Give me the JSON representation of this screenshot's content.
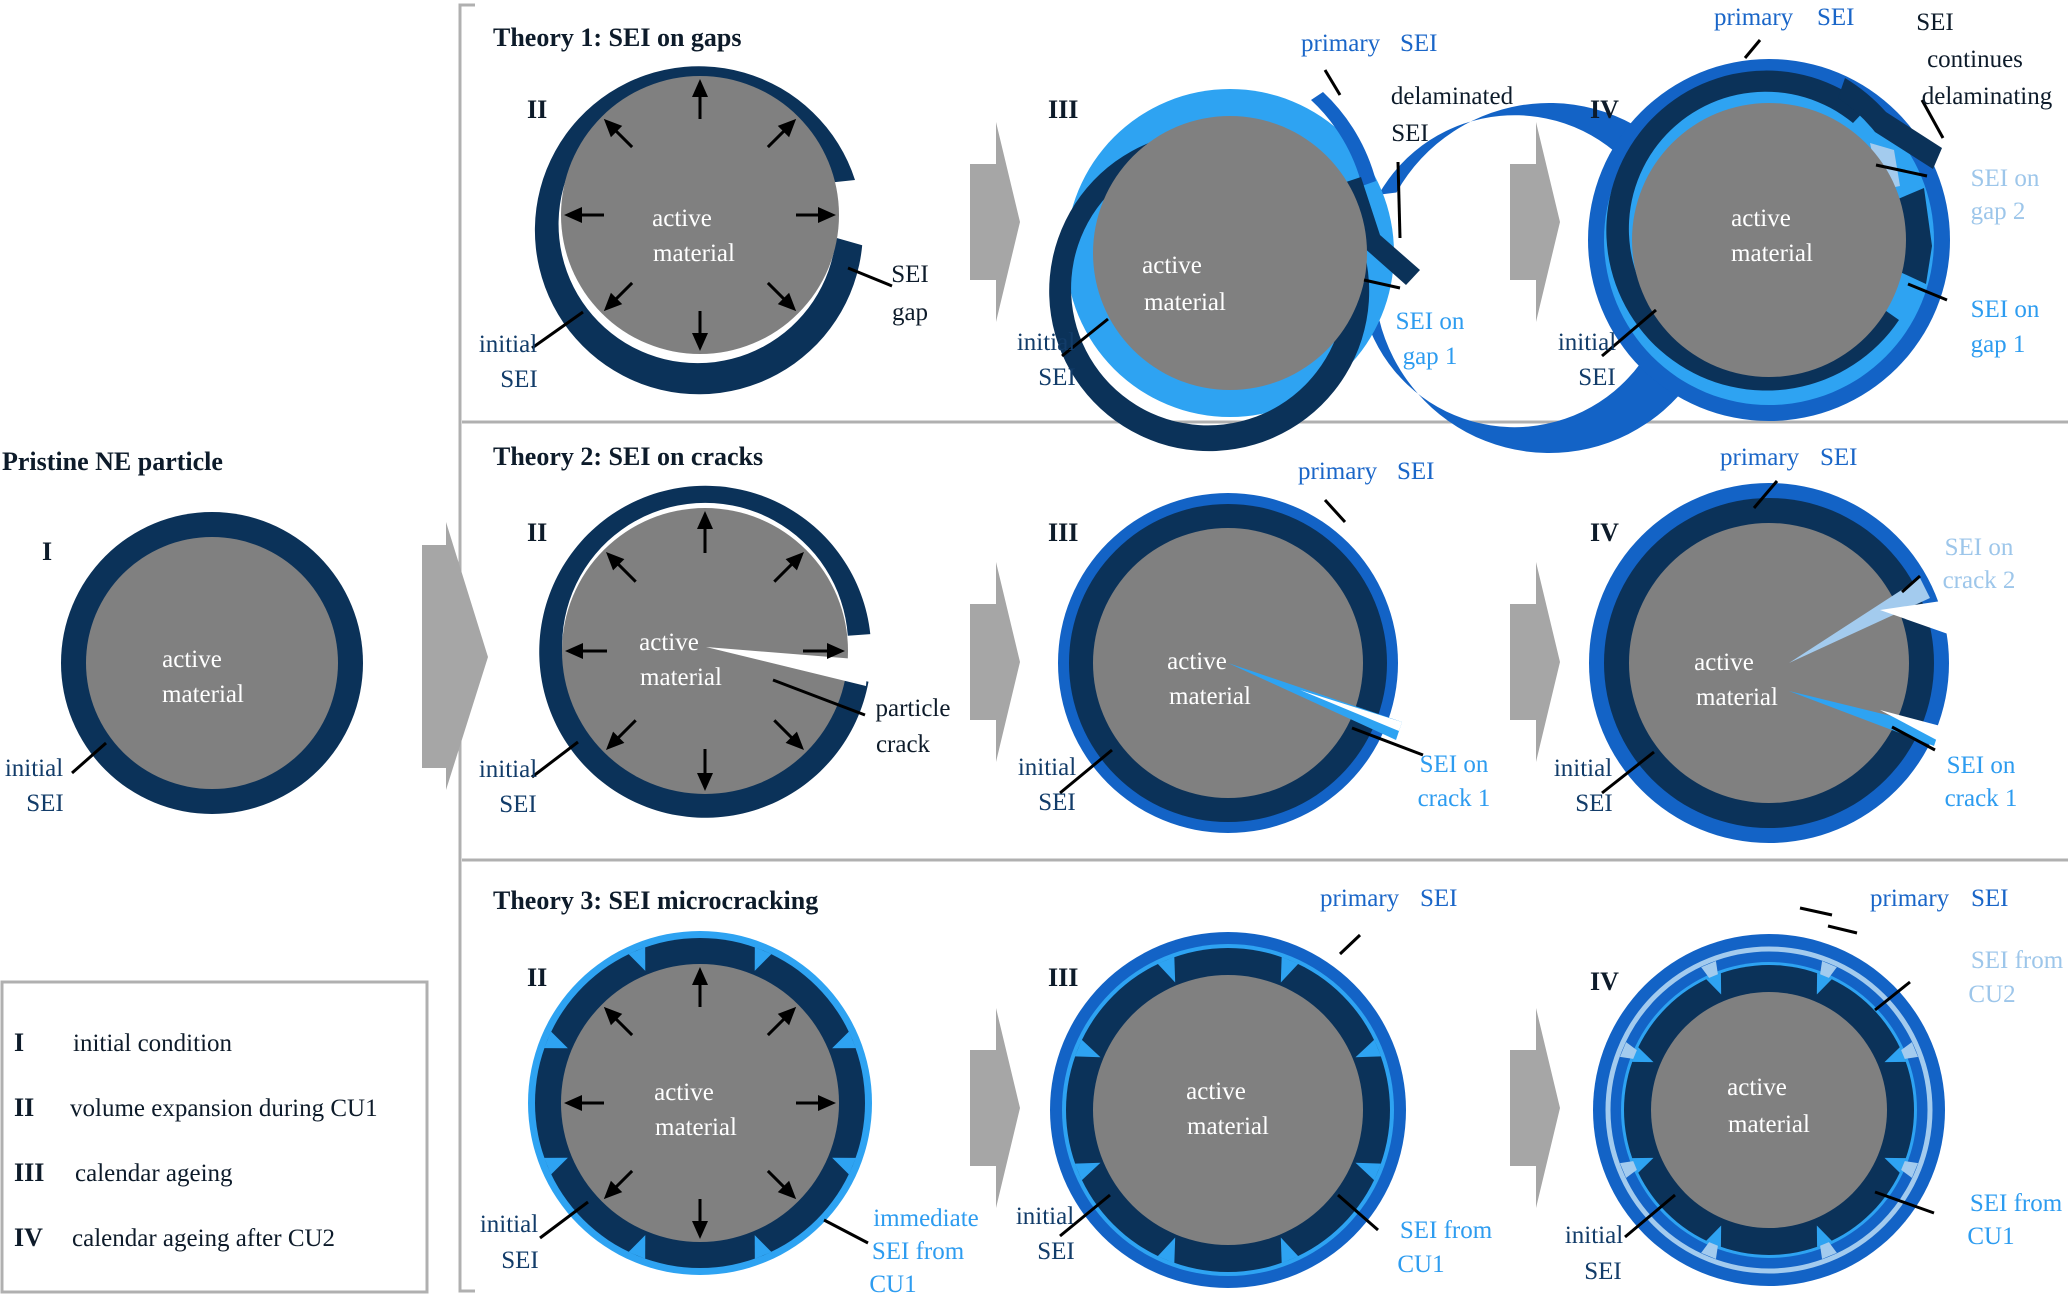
{
  "colors": {
    "active_material": "#808080",
    "initial_sei": "#0b3259",
    "primary_sei": "#1363c6",
    "sei_new_1": "#2ea3f2",
    "sei_new_2": "#a3cbee",
    "arrow": "#a6a6a6",
    "divider": "#b0b0b0"
  },
  "pristine": {
    "title": "Pristine NE particle",
    "roman": "I",
    "active_1": "active",
    "active_2": "material",
    "sei_1": "initial",
    "sei_2": "SEI"
  },
  "legend": [
    {
      "roman": "I",
      "text": "initial condition"
    },
    {
      "roman": "II",
      "text": "volume expansion during CU1"
    },
    {
      "roman": "III",
      "text": "calendar ageing"
    },
    {
      "roman": "IV",
      "text": "calendar ageing after CU2"
    }
  ],
  "theory1": {
    "title": "Theory 1: SEI on gaps",
    "p2": {
      "roman": "II",
      "active_1": "active",
      "active_2": "material",
      "sei_1": "initial",
      "sei_2": "SEI",
      "gap_1": "SEI",
      "gap_2": "gap"
    },
    "p3": {
      "roman": "III",
      "active_1": "active",
      "active_2": "material",
      "sei_1": "initial",
      "sei_2": "SEI",
      "primary": "primary",
      "primary_sei": "SEI",
      "delam_1": "delaminated",
      "delam_2": "SEI",
      "gap_1": "SEI on",
      "gap_2": "gap 1"
    },
    "p4": {
      "roman": "IV",
      "active_1": "active",
      "active_2": "material",
      "sei_1": "initial",
      "sei_2": "SEI",
      "primary": "primary",
      "primary_sei": "SEI",
      "cont_1": "SEI",
      "cont_2": "continues",
      "cont_3": "delaminating",
      "g2_1": "SEI on",
      "g2_2": "gap 2",
      "g1_1": "SEI on",
      "g1_2": "gap 1"
    }
  },
  "theory2": {
    "title": "Theory 2: SEI on cracks",
    "p2": {
      "roman": "II",
      "active_1": "active",
      "active_2": "material",
      "sei_1": "initial",
      "sei_2": "SEI",
      "crack_1": "particle",
      "crack_2": "crack"
    },
    "p3": {
      "roman": "III",
      "active_1": "active",
      "active_2": "material",
      "sei_1": "initial",
      "sei_2": "SEI",
      "primary": "primary",
      "primary_sei": "SEI",
      "c1_1": "SEI on",
      "c1_2": "crack 1"
    },
    "p4": {
      "roman": "IV",
      "active_1": "active",
      "active_2": "material",
      "sei_1": "initial",
      "sei_2": "SEI",
      "primary": "primary",
      "primary_sei": "SEI",
      "c2_1": "SEI on",
      "c2_2": "crack 2",
      "c1_1": "SEI on",
      "c1_2": "crack 1"
    }
  },
  "theory3": {
    "title": "Theory 3: SEI microcracking",
    "p2": {
      "roman": "II",
      "active_1": "active",
      "active_2": "material",
      "sei_1": "initial",
      "sei_2": "SEI",
      "imm_1": "immediate",
      "imm_2": "SEI from",
      "imm_3": "CU1"
    },
    "p3": {
      "roman": "III",
      "active_1": "active",
      "active_2": "material",
      "sei_1": "initial",
      "sei_2": "SEI",
      "primary": "primary",
      "primary_sei": "SEI",
      "cu1_1": "SEI from",
      "cu1_2": "CU1"
    },
    "p4": {
      "roman": "IV",
      "active_1": "active",
      "active_2": "material",
      "sei_1": "initial",
      "sei_2": "SEI",
      "primary": "primary",
      "primary_sei": "SEI",
      "cu2_1": "SEI from",
      "cu2_2": "CU2",
      "cu1_1": "SEI from",
      "cu1_2": "CU1"
    }
  }
}
